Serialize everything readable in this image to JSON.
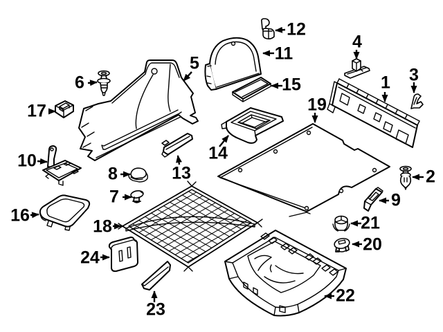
{
  "diagram": {
    "colors": {
      "background": "#ffffff",
      "line": "#000000",
      "label_text": "#000000"
    },
    "callouts": [
      {
        "label": "1"
      },
      {
        "label": "2"
      },
      {
        "label": "3"
      },
      {
        "label": "4"
      },
      {
        "label": "5"
      },
      {
        "label": "6"
      },
      {
        "label": "7"
      },
      {
        "label": "8"
      },
      {
        "label": "9"
      },
      {
        "label": "10"
      },
      {
        "label": "11"
      },
      {
        "label": "12"
      },
      {
        "label": "13"
      },
      {
        "label": "14"
      },
      {
        "label": "15"
      },
      {
        "label": "16"
      },
      {
        "label": "17"
      },
      {
        "label": "18"
      },
      {
        "label": "19"
      },
      {
        "label": "20"
      },
      {
        "label": "21"
      },
      {
        "label": "22"
      },
      {
        "label": "23"
      },
      {
        "label": "24"
      }
    ]
  }
}
